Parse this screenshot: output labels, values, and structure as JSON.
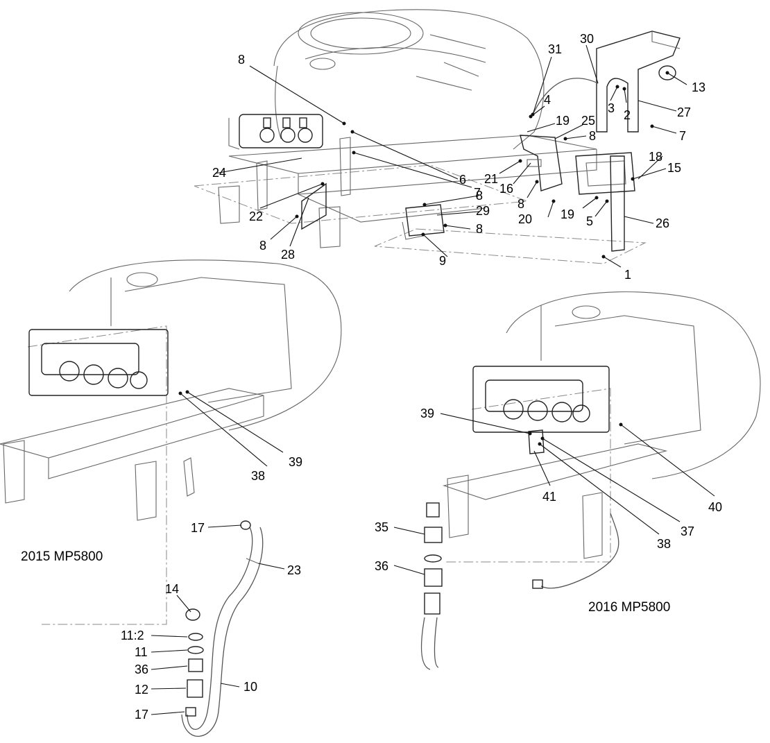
{
  "captions": {
    "left": "2015 MP5800",
    "right": "2016 MP5800"
  },
  "callouts": {
    "top": [
      "31",
      "30",
      "13",
      "8",
      "4",
      "19",
      "25",
      "3",
      "2",
      "27",
      "7",
      "8",
      "24",
      "6",
      "21",
      "18",
      "15",
      "16",
      "7",
      "8",
      "19",
      "22",
      "8",
      "29",
      "5",
      "20",
      "26",
      "8",
      "8",
      "28",
      "9",
      "1"
    ],
    "left": [
      "38",
      "39",
      "17",
      "23",
      "14",
      "11:2",
      "11",
      "36",
      "10",
      "12",
      "17"
    ],
    "right": [
      "39",
      "40",
      "41",
      "37",
      "38",
      "35",
      "36"
    ]
  }
}
